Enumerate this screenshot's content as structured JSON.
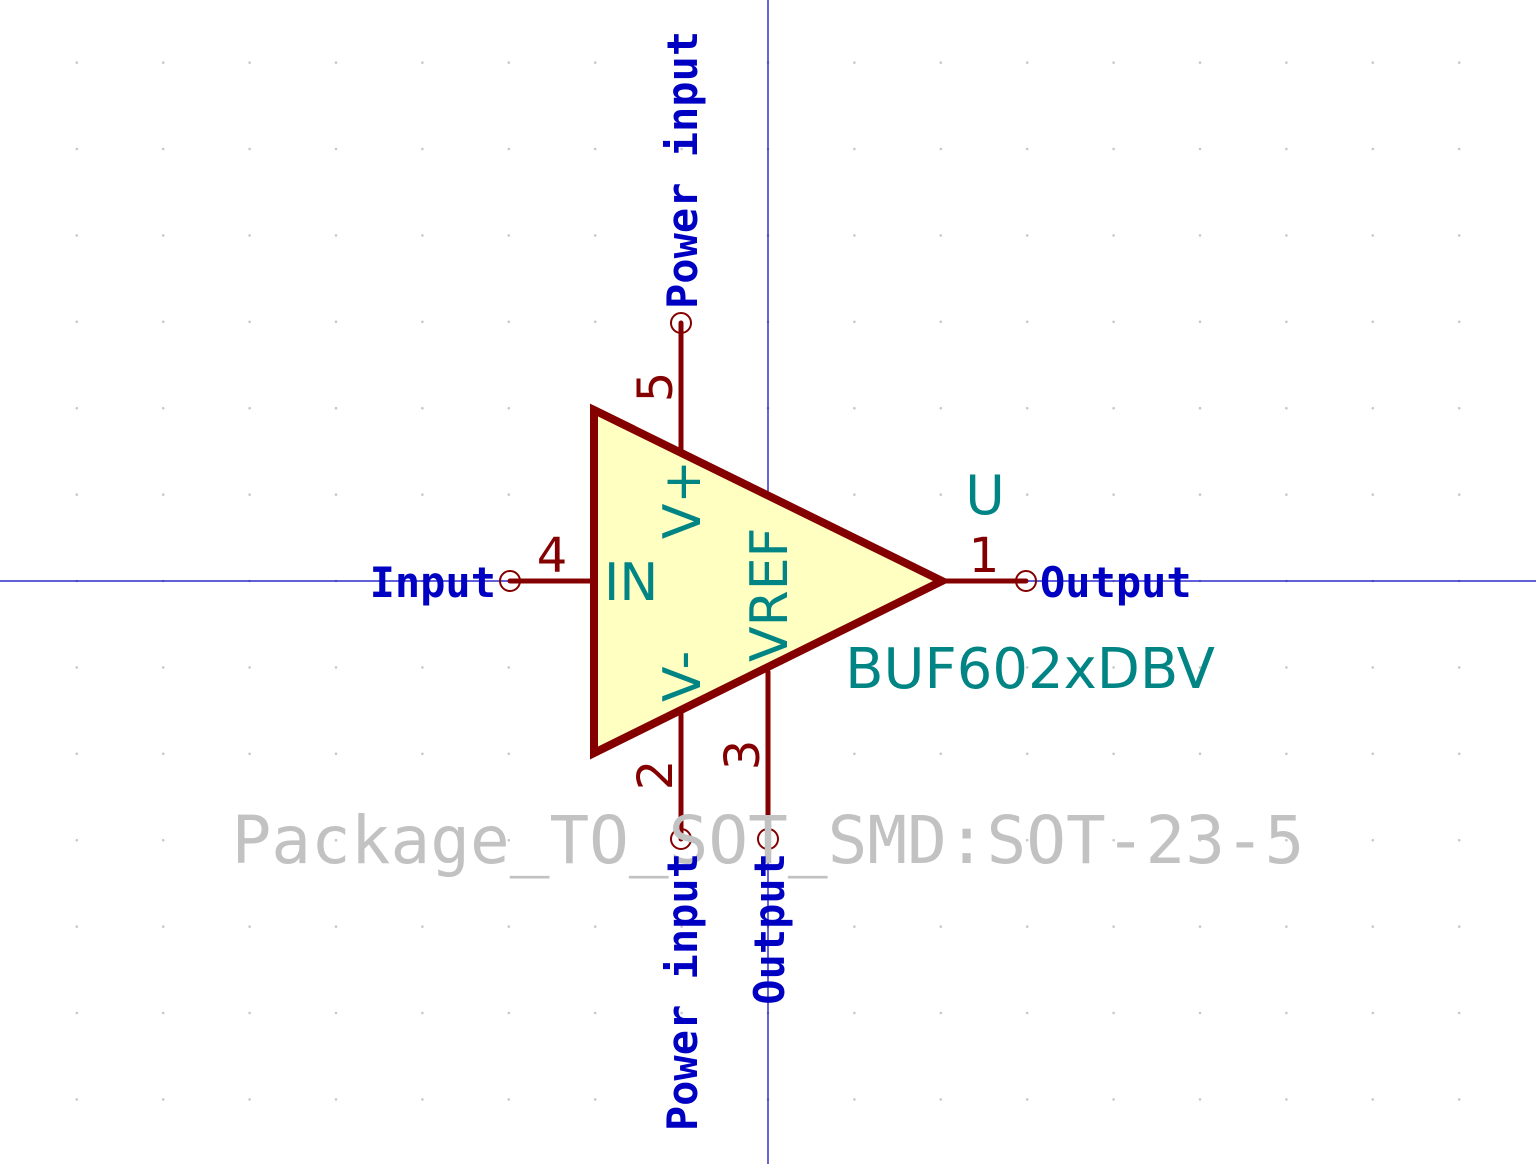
{
  "component": {
    "reference": "U",
    "value": "BUF602xDBV",
    "footprint": "Package_TO_SOT_SMD:SOT-23-5"
  },
  "pins": [
    {
      "number": "1",
      "name": "",
      "electrical_type": "Output"
    },
    {
      "number": "2",
      "name": "V-",
      "electrical_type": "Power input"
    },
    {
      "number": "3",
      "name": "VREF",
      "electrical_type": "Output"
    },
    {
      "number": "4",
      "name": "IN",
      "electrical_type": "Input"
    },
    {
      "number": "5",
      "name": "V+",
      "electrical_type": "Power input"
    }
  ],
  "colors": {
    "body_fill": "#ffffc2",
    "body_outline": "#840000",
    "pin_line": "#840000",
    "pin_number": "#840000",
    "pin_name": "#008484",
    "electrical_type": "#0000c2",
    "footprint": "#c2c2c2",
    "crosshair": "#0000c2",
    "grid_dot": "#c8c8c8"
  }
}
